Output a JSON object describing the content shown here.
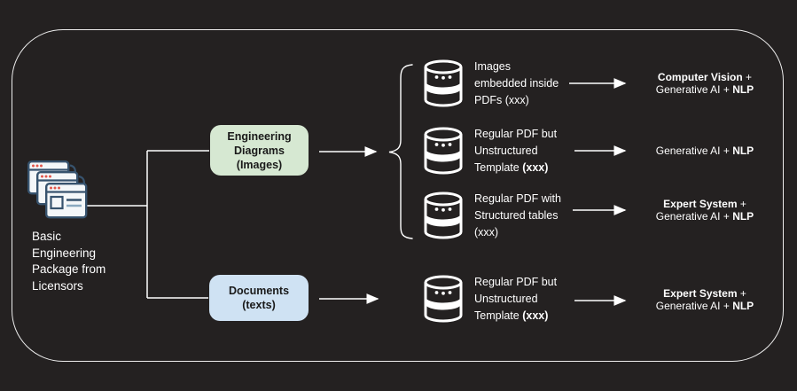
{
  "colors": {
    "background": "#242121",
    "frame_border": "#ededed",
    "connector": "#ffffff",
    "text": "#ffffff",
    "node_diagrams_bg": "#d6e8d2",
    "node_documents_bg": "#cfe2f3",
    "node_text": "#1a1a1a",
    "window_icon_stroke": "#37536e",
    "window_icon_fill": "#f4f7f9",
    "window_icon_dots": "#e2574c",
    "db_icon": "#ffffff"
  },
  "source": {
    "label": "Basic\nEngineering\nPackage from\nLicensors"
  },
  "nodes": {
    "diagrams": {
      "label": "Engineering\nDiagrams\n(Images)"
    },
    "documents": {
      "label": "Documents\n(texts)"
    }
  },
  "rows": [
    {
      "desc": {
        "l1": "Images",
        "l2": "embedded inside",
        "l3r": "PDFs (xxx)",
        "l3b": ""
      },
      "result": {
        "l1b": "Computer Vision",
        "l1r": " +",
        "l2r": "Generative AI + ",
        "l2b": "NLP"
      }
    },
    {
      "desc": {
        "l1": "Regular PDF but",
        "l2": "Unstructured",
        "l3r": "Template ",
        "l3b": "(xxx)"
      },
      "result": {
        "l1b": "",
        "l1r": "",
        "l2r": "Generative AI + ",
        "l2b": "NLP"
      }
    },
    {
      "desc": {
        "l1": "Regular PDF with",
        "l2": "Structured tables",
        "l3r": "(xxx)",
        "l3b": ""
      },
      "result": {
        "l1b": "Expert System",
        "l1r": " +",
        "l2r": "Generative AI + ",
        "l2b": "NLP"
      }
    },
    {
      "desc": {
        "l1": "Regular PDF but",
        "l2": "Unstructured",
        "l3r": "Template ",
        "l3b": "(xxx)"
      },
      "result": {
        "l1b": "Expert System",
        "l1r": " +",
        "l2r": "Generative AI + ",
        "l2b": "NLP"
      }
    }
  ]
}
